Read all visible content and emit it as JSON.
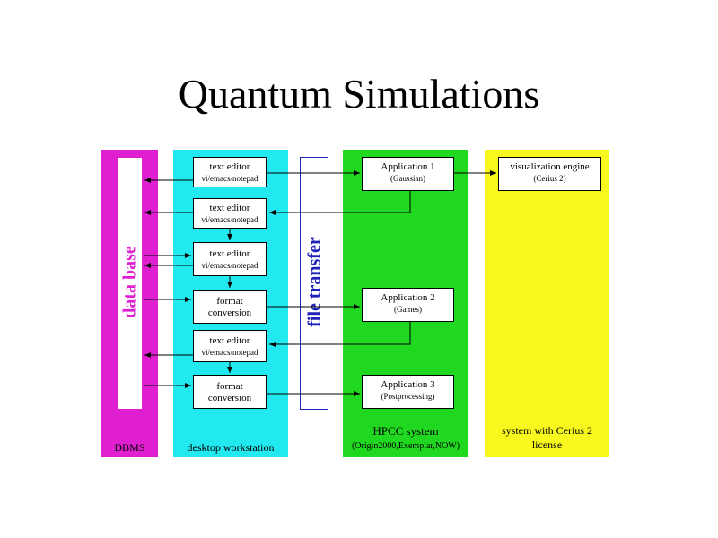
{
  "title": "Quantum Simulations",
  "dbms": {
    "color": "#e020d0",
    "bar_label": "data base",
    "footer": "DBMS"
  },
  "desktop": {
    "color": "#22e8f0",
    "footer": "desktop workstation",
    "boxes": [
      {
        "line1": "text editor",
        "line2": "vi/emacs/notepad"
      },
      {
        "line1": "text editor",
        "line2": "vi/emacs/notepad"
      },
      {
        "line1": "text editor",
        "line2": "vi/emacs/notepad"
      },
      {
        "line1": "format",
        "line2": "conversion"
      },
      {
        "line1": "text editor",
        "line2": "vi/emacs/notepad"
      },
      {
        "line1": "format",
        "line2": "conversion"
      }
    ]
  },
  "transfer": {
    "label": "file transfer",
    "color": "#1e22b8"
  },
  "hpcc": {
    "color": "#20d820",
    "footer_line1": "HPCC  system",
    "footer_line2": "(Origin2000,Exemplar,NOW)",
    "boxes": [
      {
        "line1": "Application  1",
        "line2": "(Gaussian)"
      },
      {
        "line1": "Application  2",
        "line2": "(Games)"
      },
      {
        "line1": "Application  3",
        "line2": "(Postprocessing)"
      }
    ]
  },
  "cerius": {
    "color": "#f8f81e",
    "footer_line1": "system with Cerius 2",
    "footer_line2": "license",
    "box": {
      "line1": "visualization  engine",
      "line2": "(Cerius 2)"
    }
  }
}
